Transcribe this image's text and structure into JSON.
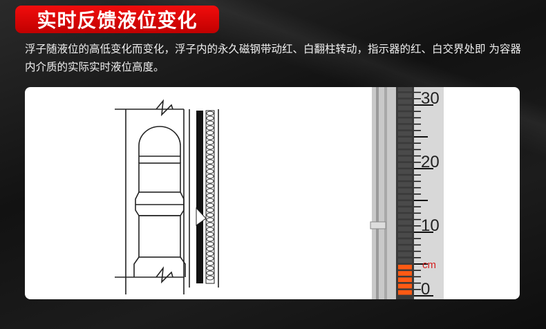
{
  "title": "实时反馈液位变化",
  "description": "浮子随液位的高低变化而变化，浮子内的永久磁钢带动红、白翻柱转动，指示器的红、白交界处即 为容器内介质的实际实时液位高度。",
  "gauge": {
    "scale_labels": [
      "30",
      "20",
      "10",
      "0"
    ],
    "unit": "cm",
    "range_cm": [
      0,
      32
    ],
    "level_cm": 5.3,
    "colors": {
      "liquid": "#ff5a14",
      "empty": "#333333",
      "unit_text": "#d42020"
    }
  },
  "colors": {
    "title_badge": "#e00a0a"
  }
}
